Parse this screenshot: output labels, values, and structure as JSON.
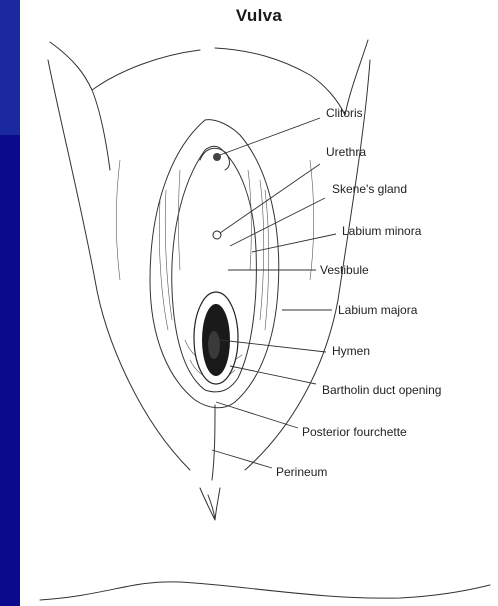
{
  "title": "Vulva",
  "labels": {
    "clitoris": "Clitoris",
    "urethra": "Urethra",
    "skenes_gland": "Skene's gland",
    "labium_minora": "Labium minora",
    "vestibule": "Vestibule",
    "labium_majora": "Labium majora",
    "hymen": "Hymen",
    "bartholin": "Bartholin duct opening",
    "posterior_fourchette": "Posterior fourchette",
    "perineum": "Perineum"
  },
  "colors": {
    "slide_background": "#0a0a8c",
    "panel": "#ffffff",
    "ink": "#222222"
  }
}
